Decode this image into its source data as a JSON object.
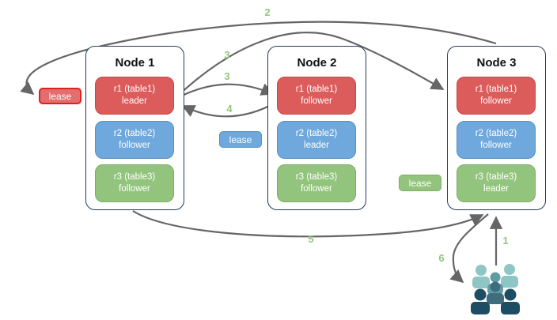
{
  "diagram": {
    "nodes": [
      {
        "name": "Node 1",
        "replicas": [
          {
            "line1": "r1 (table1)",
            "line2": "leader",
            "color": "red"
          },
          {
            "line1": "r2 (table2)",
            "line2": "follower",
            "color": "blue"
          },
          {
            "line1": "r3 (table3)",
            "line2": "follower",
            "color": "green"
          }
        ]
      },
      {
        "name": "Node 2",
        "replicas": [
          {
            "line1": "r1 (table1)",
            "line2": "follower",
            "color": "red"
          },
          {
            "line1": "r2 (table2)",
            "line2": "leader",
            "color": "blue"
          },
          {
            "line1": "r3 (table3)",
            "line2": "follower",
            "color": "green"
          }
        ]
      },
      {
        "name": "Node 3",
        "replicas": [
          {
            "line1": "r1 (table1)",
            "line2": "follower",
            "color": "red"
          },
          {
            "line1": "r2 (table2)",
            "line2": "follower",
            "color": "blue"
          },
          {
            "line1": "r3 (table3)",
            "line2": "leader",
            "color": "green"
          }
        ]
      }
    ],
    "leases": {
      "table1": {
        "label": "lease",
        "color": "#e46d6d"
      },
      "table2": {
        "label": "lease",
        "color": "#6fa8dc"
      },
      "table3": {
        "label": "lease",
        "color": "#93c47d"
      }
    },
    "steps": {
      "s1": "1",
      "s2": "2",
      "s3a": "3",
      "s3b": "3",
      "s4": "4",
      "s5": "5",
      "s6": "6"
    },
    "icons": {
      "users": "users-group-icon"
    },
    "colors": {
      "red_fill": "#dc5b5b",
      "red_border": "#c94747",
      "blue_fill": "#6fa8dc",
      "blue_border": "#5a8fc0",
      "green_fill": "#93c47d",
      "green_border": "#7dab64",
      "node_border": "#23395d",
      "arrow": "#666666",
      "step_number": "#93c47d",
      "users_light": "#8ec6c5",
      "users_mid": "#5f9da5",
      "users_slate": "#3f6d7d",
      "users_dark": "#1c4d63"
    }
  }
}
